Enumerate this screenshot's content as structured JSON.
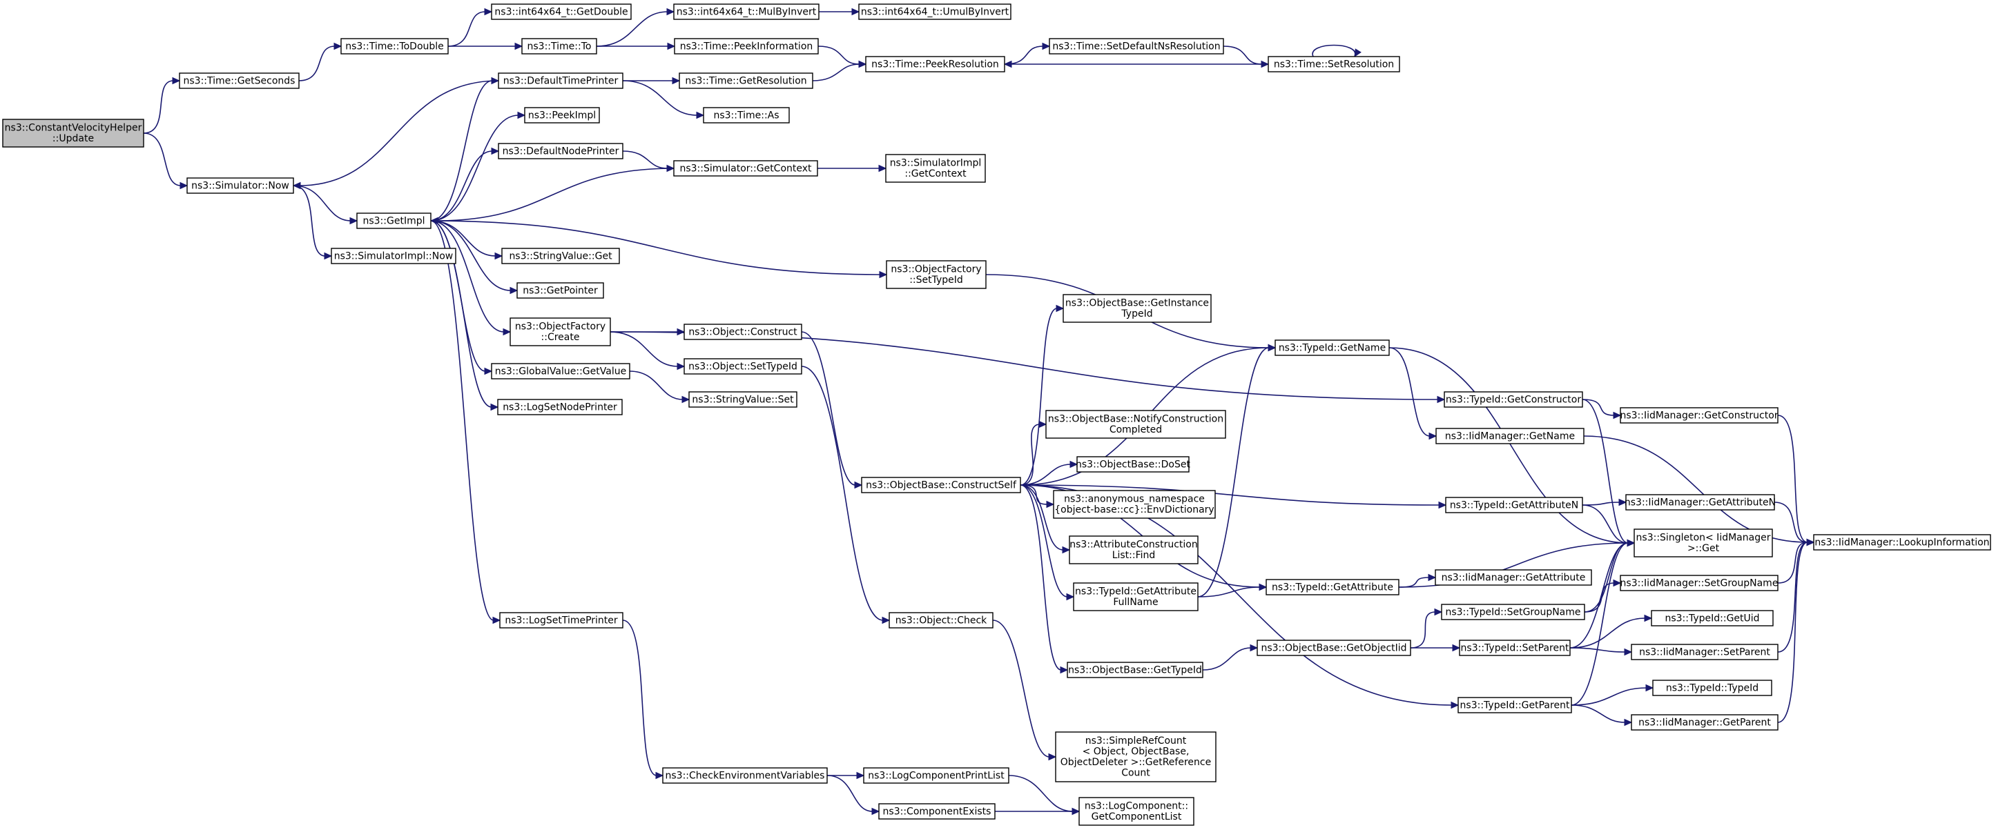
{
  "colors": {
    "edge": "#191970",
    "root_fill": "#bfbfbf",
    "node_fill": "#ffffff",
    "node_border": "#000000"
  },
  "nodes": [
    {
      "id": "update",
      "lines": [
        "ns3::ConstantVelocityHelper",
        "::Update"
      ],
      "root": true
    },
    {
      "id": "getseconds",
      "lines": [
        "ns3::Time::GetSeconds"
      ]
    },
    {
      "id": "simnow",
      "lines": [
        "ns3::Simulator::Now"
      ]
    },
    {
      "id": "todouble",
      "lines": [
        "ns3::Time::ToDouble"
      ]
    },
    {
      "id": "getdouble",
      "lines": [
        "ns3::int64x64_t::GetDouble"
      ]
    },
    {
      "id": "timeto",
      "lines": [
        "ns3::Time::To"
      ]
    },
    {
      "id": "mulbyinvert",
      "lines": [
        "ns3::int64x64_t::MulByInvert"
      ]
    },
    {
      "id": "umulbyinvert",
      "lines": [
        "ns3::int64x64_t::UmulByInvert"
      ]
    },
    {
      "id": "peekinfo",
      "lines": [
        "ns3::Time::PeekInformation"
      ]
    },
    {
      "id": "peekres",
      "lines": [
        "ns3::Time::PeekResolution"
      ]
    },
    {
      "id": "setdefres",
      "lines": [
        "ns3::Time::SetDefaultNsResolution"
      ]
    },
    {
      "id": "setres",
      "lines": [
        "ns3::Time::SetResolution"
      ]
    },
    {
      "id": "deftimeprinter",
      "lines": [
        "ns3::DefaultTimePrinter"
      ]
    },
    {
      "id": "getres",
      "lines": [
        "ns3::Time::GetResolution"
      ]
    },
    {
      "id": "timeas",
      "lines": [
        "ns3::Time::As"
      ]
    },
    {
      "id": "peekimpl",
      "lines": [
        "ns3::PeekImpl"
      ]
    },
    {
      "id": "defnodeprinter",
      "lines": [
        "ns3::DefaultNodePrinter"
      ]
    },
    {
      "id": "simgetcontext",
      "lines": [
        "ns3::Simulator::GetContext"
      ]
    },
    {
      "id": "simimplgetcontext",
      "lines": [
        "ns3::SimulatorImpl",
        "::GetContext"
      ]
    },
    {
      "id": "getimpl",
      "lines": [
        "ns3::GetImpl"
      ]
    },
    {
      "id": "simimplnow",
      "lines": [
        "ns3::SimulatorImpl::Now"
      ]
    },
    {
      "id": "strvalget",
      "lines": [
        "ns3::StringValue::Get"
      ]
    },
    {
      "id": "ofsettypeid",
      "lines": [
        "ns3::ObjectFactory",
        "::SetTypeId"
      ]
    },
    {
      "id": "getpointer",
      "lines": [
        "ns3::GetPointer"
      ]
    },
    {
      "id": "ofcreate",
      "lines": [
        "ns3::ObjectFactory",
        "::Create"
      ]
    },
    {
      "id": "objconstruct",
      "lines": [
        "ns3::Object::Construct"
      ]
    },
    {
      "id": "gvgetvalue",
      "lines": [
        "ns3::GlobalValue::GetValue"
      ]
    },
    {
      "id": "objsettypeid",
      "lines": [
        "ns3::Object::SetTypeId"
      ]
    },
    {
      "id": "strvalset",
      "lines": [
        "ns3::StringValue::Set"
      ]
    },
    {
      "id": "logsetnodeprinter",
      "lines": [
        "ns3::LogSetNodePrinter"
      ]
    },
    {
      "id": "obgetinstancetypeid",
      "lines": [
        "ns3::ObjectBase::GetInstance",
        "TypeId"
      ]
    },
    {
      "id": "tidgetname",
      "lines": [
        "ns3::TypeId::GetName"
      ]
    },
    {
      "id": "tidgetconstructor",
      "lines": [
        "ns3::TypeId::GetConstructor"
      ]
    },
    {
      "id": "iidgetconstructor",
      "lines": [
        "ns3::IidManager::GetConstructor"
      ]
    },
    {
      "id": "obnotify",
      "lines": [
        "ns3::ObjectBase::NotifyConstruction",
        "Completed"
      ]
    },
    {
      "id": "iidgetname",
      "lines": [
        "ns3::IidManager::GetName"
      ]
    },
    {
      "id": "obdoset",
      "lines": [
        "ns3::ObjectBase::DoSet"
      ]
    },
    {
      "id": "obconstructself",
      "lines": [
        "ns3::ObjectBase::ConstructSelf"
      ]
    },
    {
      "id": "anonenvdict",
      "lines": [
        "ns3::anonymous_namespace",
        "{object-base::cc}::EnvDictionary"
      ]
    },
    {
      "id": "tidgetattributen",
      "lines": [
        "ns3::TypeId::GetAttributeN"
      ]
    },
    {
      "id": "iidgetattributen",
      "lines": [
        "ns3::IidManager::GetAttributeN"
      ]
    },
    {
      "id": "singletonget",
      "lines": [
        "ns3::Singleton< IidManager",
        ">::Get"
      ]
    },
    {
      "id": "iidlookup",
      "lines": [
        "ns3::IidManager::LookupInformation"
      ]
    },
    {
      "id": "acfind",
      "lines": [
        "ns3::AttributeConstruction",
        "List::Find"
      ]
    },
    {
      "id": "tidgetattrfullname",
      "lines": [
        "ns3::TypeId::GetAttribute",
        "FullName"
      ]
    },
    {
      "id": "tidgetattribute",
      "lines": [
        "ns3::TypeId::GetAttribute"
      ]
    },
    {
      "id": "iidgetattribute",
      "lines": [
        "ns3::IidManager::GetAttribute"
      ]
    },
    {
      "id": "iidsetgroupname",
      "lines": [
        "ns3::IidManager::SetGroupName"
      ]
    },
    {
      "id": "tidsetgroupname",
      "lines": [
        "ns3::TypeId::SetGroupName"
      ]
    },
    {
      "id": "logsettimeprinter",
      "lines": [
        "ns3::LogSetTimePrinter"
      ]
    },
    {
      "id": "objcheck",
      "lines": [
        "ns3::Object::Check"
      ]
    },
    {
      "id": "tidgetuid",
      "lines": [
        "ns3::TypeId::GetUid"
      ]
    },
    {
      "id": "obgetobjectiid",
      "lines": [
        "ns3::ObjectBase::GetObjectIid"
      ]
    },
    {
      "id": "tidsetparent",
      "lines": [
        "ns3::TypeId::SetParent"
      ]
    },
    {
      "id": "iidsetparent",
      "lines": [
        "ns3::IidManager::SetParent"
      ]
    },
    {
      "id": "obgettypeid",
      "lines": [
        "ns3::ObjectBase::GetTypeId"
      ]
    },
    {
      "id": "tidtypeid",
      "lines": [
        "ns3::TypeId::TypeId"
      ]
    },
    {
      "id": "tidgetparent",
      "lines": [
        "ns3::TypeId::GetParent"
      ]
    },
    {
      "id": "iidgetparent",
      "lines": [
        "ns3::IidManager::GetParent"
      ]
    },
    {
      "id": "simplerefcount",
      "lines": [
        "ns3::SimpleRefCount",
        "< Object, ObjectBase,",
        "ObjectDeleter >::GetReference",
        "Count"
      ]
    },
    {
      "id": "checkenvvars",
      "lines": [
        "ns3::CheckEnvironmentVariables"
      ]
    },
    {
      "id": "logcompprintlist",
      "lines": [
        "ns3::LogComponentPrintList"
      ]
    },
    {
      "id": "compexists",
      "lines": [
        "ns3::ComponentExists"
      ]
    },
    {
      "id": "logcompgetlist",
      "lines": [
        "ns3::LogComponent::",
        "GetComponentList"
      ]
    }
  ],
  "edges": [
    [
      "update",
      "getseconds"
    ],
    [
      "update",
      "simnow"
    ],
    [
      "getseconds",
      "todouble"
    ],
    [
      "todouble",
      "getdouble"
    ],
    [
      "todouble",
      "timeto"
    ],
    [
      "timeto",
      "mulbyinvert"
    ],
    [
      "timeto",
      "peekinfo"
    ],
    [
      "mulbyinvert",
      "umulbyinvert"
    ],
    [
      "peekinfo",
      "peekres"
    ],
    [
      "peekres",
      "setdefres"
    ],
    [
      "setdefres",
      "setres"
    ],
    [
      "setres",
      "peekres"
    ],
    [
      "setres",
      "setres"
    ],
    [
      "deftimeprinter",
      "simnow"
    ],
    [
      "deftimeprinter",
      "getres"
    ],
    [
      "deftimeprinter",
      "timeas"
    ],
    [
      "getres",
      "peekres"
    ],
    [
      "simnow",
      "getimpl"
    ],
    [
      "simnow",
      "simimplnow"
    ],
    [
      "getimpl",
      "deftimeprinter"
    ],
    [
      "getimpl",
      "peekimpl"
    ],
    [
      "getimpl",
      "defnodeprinter"
    ],
    [
      "getimpl",
      "strvalget"
    ],
    [
      "getimpl",
      "ofsettypeid"
    ],
    [
      "getimpl",
      "getpointer"
    ],
    [
      "getimpl",
      "ofcreate"
    ],
    [
      "getimpl",
      "gvgetvalue"
    ],
    [
      "getimpl",
      "logsetnodeprinter"
    ],
    [
      "getimpl",
      "logsettimeprinter"
    ],
    [
      "defnodeprinter",
      "simgetcontext"
    ],
    [
      "simgetcontext",
      "getimpl"
    ],
    [
      "simgetcontext",
      "simimplgetcontext"
    ],
    [
      "ofsettypeid",
      "tidgetname"
    ],
    [
      "ofcreate",
      "objconstruct"
    ],
    [
      "ofcreate",
      "objsettypeid"
    ],
    [
      "ofcreate",
      "tidgetconstructor"
    ],
    [
      "gvgetvalue",
      "strvalset"
    ],
    [
      "objconstruct",
      "obconstructself"
    ],
    [
      "objsettypeid",
      "objcheck"
    ],
    [
      "obconstructself",
      "obgetinstancetypeid"
    ],
    [
      "obconstructself",
      "tidgetname"
    ],
    [
      "obconstructself",
      "obnotify"
    ],
    [
      "obconstructself",
      "obdoset"
    ],
    [
      "obconstructself",
      "anonenvdict"
    ],
    [
      "obconstructself",
      "acfind"
    ],
    [
      "obconstructself",
      "tidgetattrfullname"
    ],
    [
      "obconstructself",
      "tidgetattribute"
    ],
    [
      "obconstructself",
      "tidgetattributen"
    ],
    [
      "obconstructself",
      "obgettypeid"
    ],
    [
      "obconstructself",
      "tidgetparent"
    ],
    [
      "tidgetname",
      "iidgetname"
    ],
    [
      "tidgetname",
      "singletonget"
    ],
    [
      "tidgetconstructor",
      "iidgetconstructor"
    ],
    [
      "tidgetconstructor",
      "singletonget"
    ],
    [
      "iidgetconstructor",
      "iidlookup"
    ],
    [
      "iidgetname",
      "iidlookup"
    ],
    [
      "tidgetattributen",
      "iidgetattributen"
    ],
    [
      "tidgetattributen",
      "singletonget"
    ],
    [
      "iidgetattributen",
      "iidlookup"
    ],
    [
      "tidgetattrfullname",
      "tidgetname"
    ],
    [
      "tidgetattrfullname",
      "tidgetattribute"
    ],
    [
      "tidgetattribute",
      "singletonget"
    ],
    [
      "tidgetattribute",
      "iidgetattribute"
    ],
    [
      "obgettypeid",
      "obgetobjectiid"
    ],
    [
      "obgetobjectiid",
      "tidsetgroupname"
    ],
    [
      "obgetobjectiid",
      "tidsetparent"
    ],
    [
      "tidsetgroupname",
      "singletonget"
    ],
    [
      "tidsetgroupname",
      "iidsetgroupname"
    ],
    [
      "iidsetgroupname",
      "iidlookup"
    ],
    [
      "tidsetparent",
      "singletonget"
    ],
    [
      "tidsetparent",
      "tidgetuid"
    ],
    [
      "tidsetparent",
      "iidsetparent"
    ],
    [
      "iidsetparent",
      "iidlookup"
    ],
    [
      "tidgetparent",
      "singletonget"
    ],
    [
      "tidgetparent",
      "tidtypeid"
    ],
    [
      "tidgetparent",
      "iidgetparent"
    ],
    [
      "iidgetparent",
      "iidlookup"
    ],
    [
      "objcheck",
      "simplerefcount"
    ],
    [
      "logsettimeprinter",
      "checkenvvars"
    ],
    [
      "checkenvvars",
      "logcompprintlist"
    ],
    [
      "checkenvvars",
      "compexists"
    ],
    [
      "logcompprintlist",
      "logcompgetlist"
    ],
    [
      "compexists",
      "logcompgetlist"
    ]
  ]
}
